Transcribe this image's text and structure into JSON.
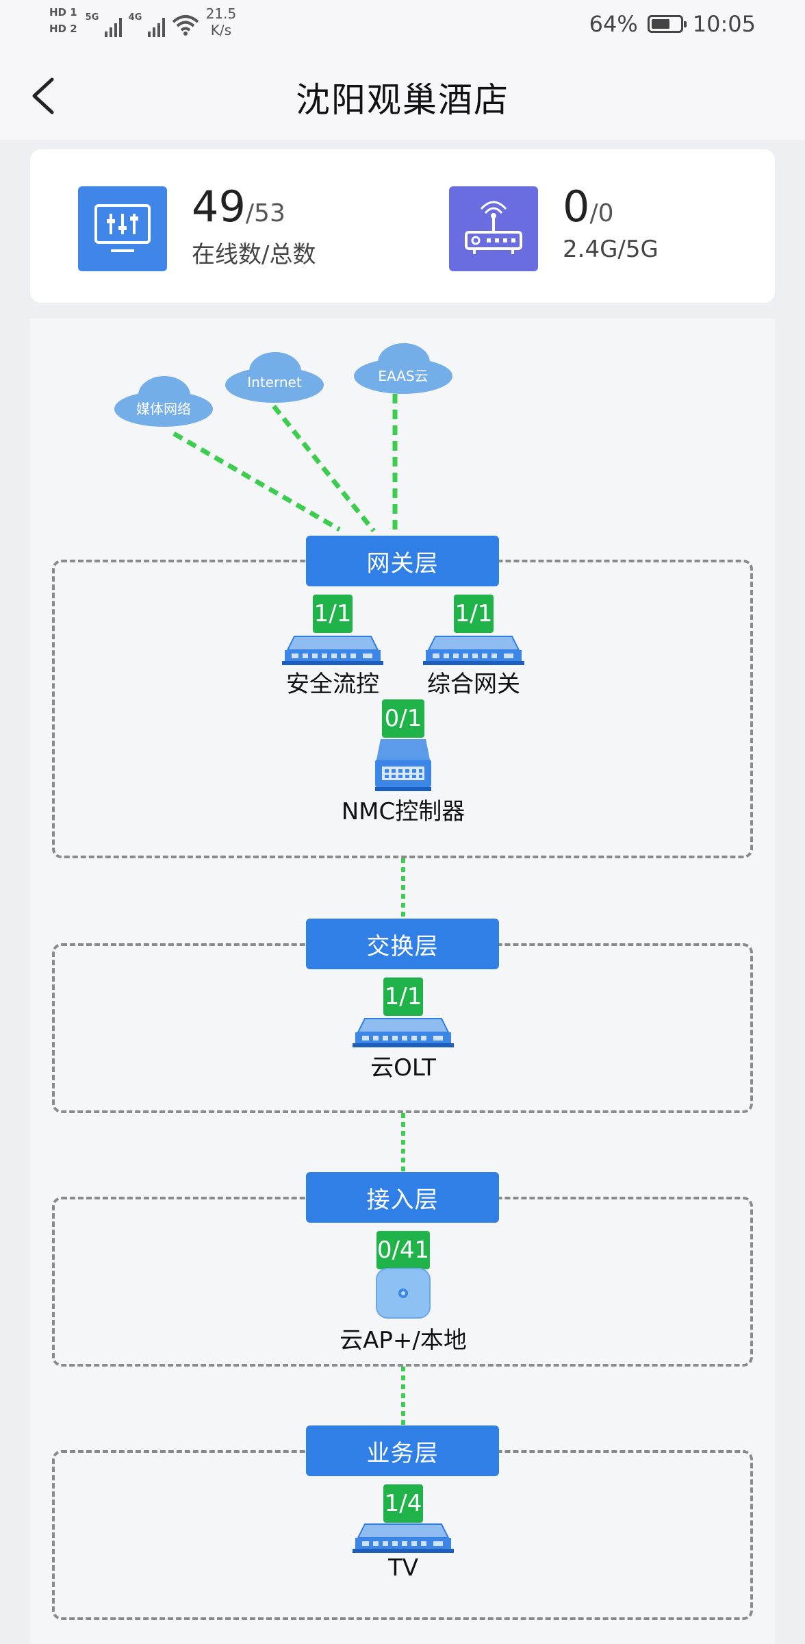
{
  "status_bar": {
    "hd1": "HD 1",
    "hd2": "HD 2",
    "sig1_label": "5G",
    "sig2_label": "4G",
    "speed_value": "21.5",
    "speed_unit": "K/s",
    "battery_text": "64%",
    "battery_level": 0.64,
    "time": "10:05"
  },
  "header": {
    "title": "沈阳观巢酒店",
    "back_icon": "chevron-left-icon"
  },
  "summary": {
    "online": {
      "value": "49",
      "total": "/53",
      "label": "在线数/总数",
      "icon": "monitor-sliders-icon",
      "color": "#3f86e8"
    },
    "wifi": {
      "value": "0",
      "total": "/0",
      "label": "2.4G/5G",
      "icon": "router-icon",
      "color": "#6a6de0"
    }
  },
  "clouds": {
    "media": "媒体网络",
    "internet": "Internet",
    "eaas": "EAAS云"
  },
  "layers": {
    "gateway": {
      "title": "网关层",
      "security": {
        "label": "安全流控",
        "badge": "1/1"
      },
      "gateway": {
        "label": "综合网关",
        "badge": "1/1"
      },
      "nmc": {
        "label": "NMC控制器",
        "badge": "0/1"
      }
    },
    "switch": {
      "title": "交换层",
      "olt": {
        "label": "云OLT",
        "badge": "1/1"
      }
    },
    "access": {
      "title": "接入层",
      "ap": {
        "label": "云AP+/本地",
        "badge": "0/41"
      }
    },
    "service": {
      "title": "业务层",
      "tv": {
        "label": "TV",
        "badge": "1/4"
      }
    }
  },
  "colors": {
    "accent": "#2f7fe6",
    "online_green": "#1fb34a",
    "link_green": "#3ccc4e",
    "cloud": "#74aee9"
  }
}
